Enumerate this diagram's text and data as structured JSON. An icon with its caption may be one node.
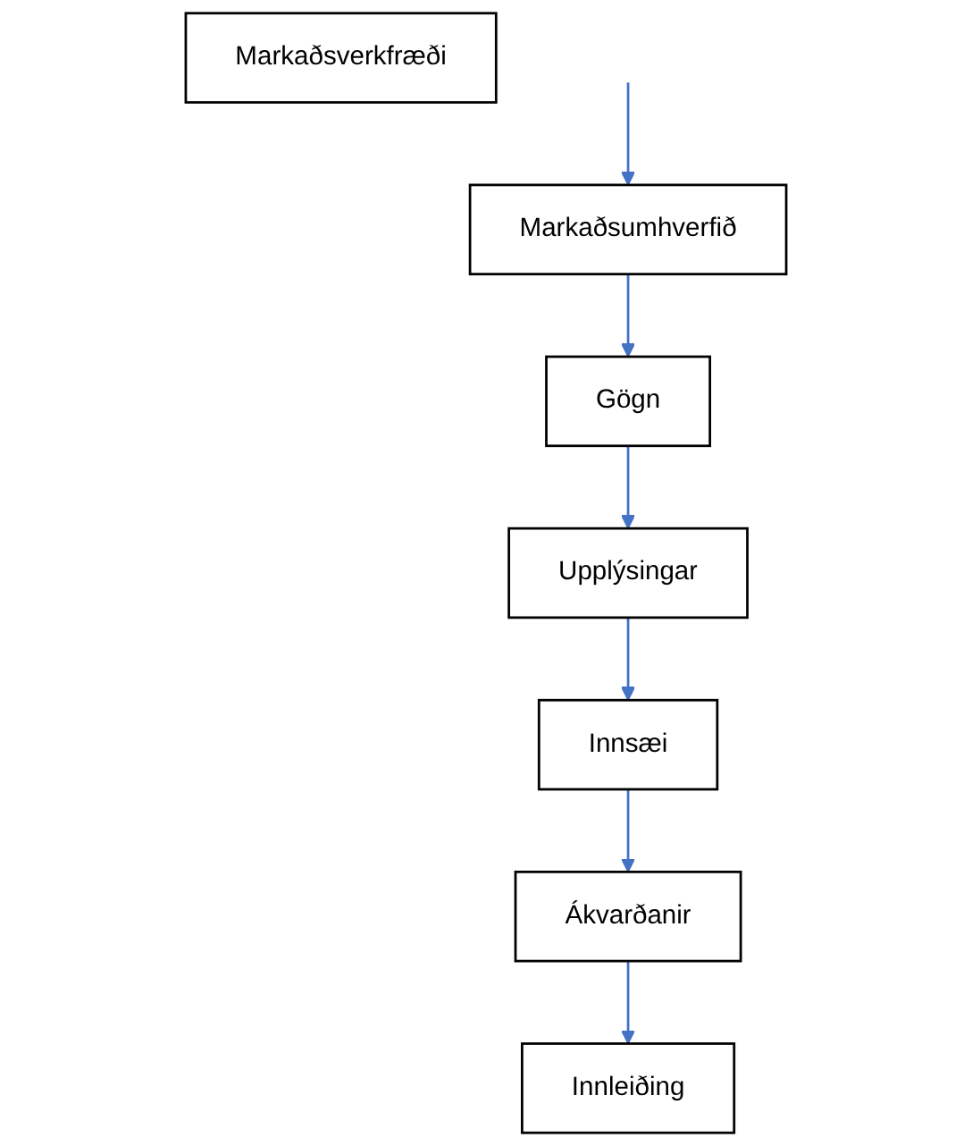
{
  "diagram": {
    "nodes": [
      {
        "text": [
          "Markaðsverkfræði"
        ]
      },
      {
        "text": [
          "Markaðsumhverfið"
        ]
      },
      {
        "text": [
          "Gögn"
        ]
      },
      {
        "text": [
          "Upplýsingar"
        ]
      },
      {
        "text": [
          "Innsæi"
        ]
      },
      {
        "text": [
          "Ákvarðanir"
        ]
      },
      {
        "text": [
          "Innleiðing"
        ]
      }
    ],
    "edges": [
      {
        "from": null,
        "to": 1,
        "arrow": "to"
      },
      {
        "from": 1,
        "to": 2,
        "arrow": "to"
      },
      {
        "from": 2,
        "to": 3,
        "arrow": "to"
      },
      {
        "from": 3,
        "to": 4,
        "arrow": "to"
      },
      {
        "from": 4,
        "to": 5,
        "arrow": "to"
      },
      {
        "from": 5,
        "to": 6,
        "arrow": "to"
      }
    ]
  }
}
